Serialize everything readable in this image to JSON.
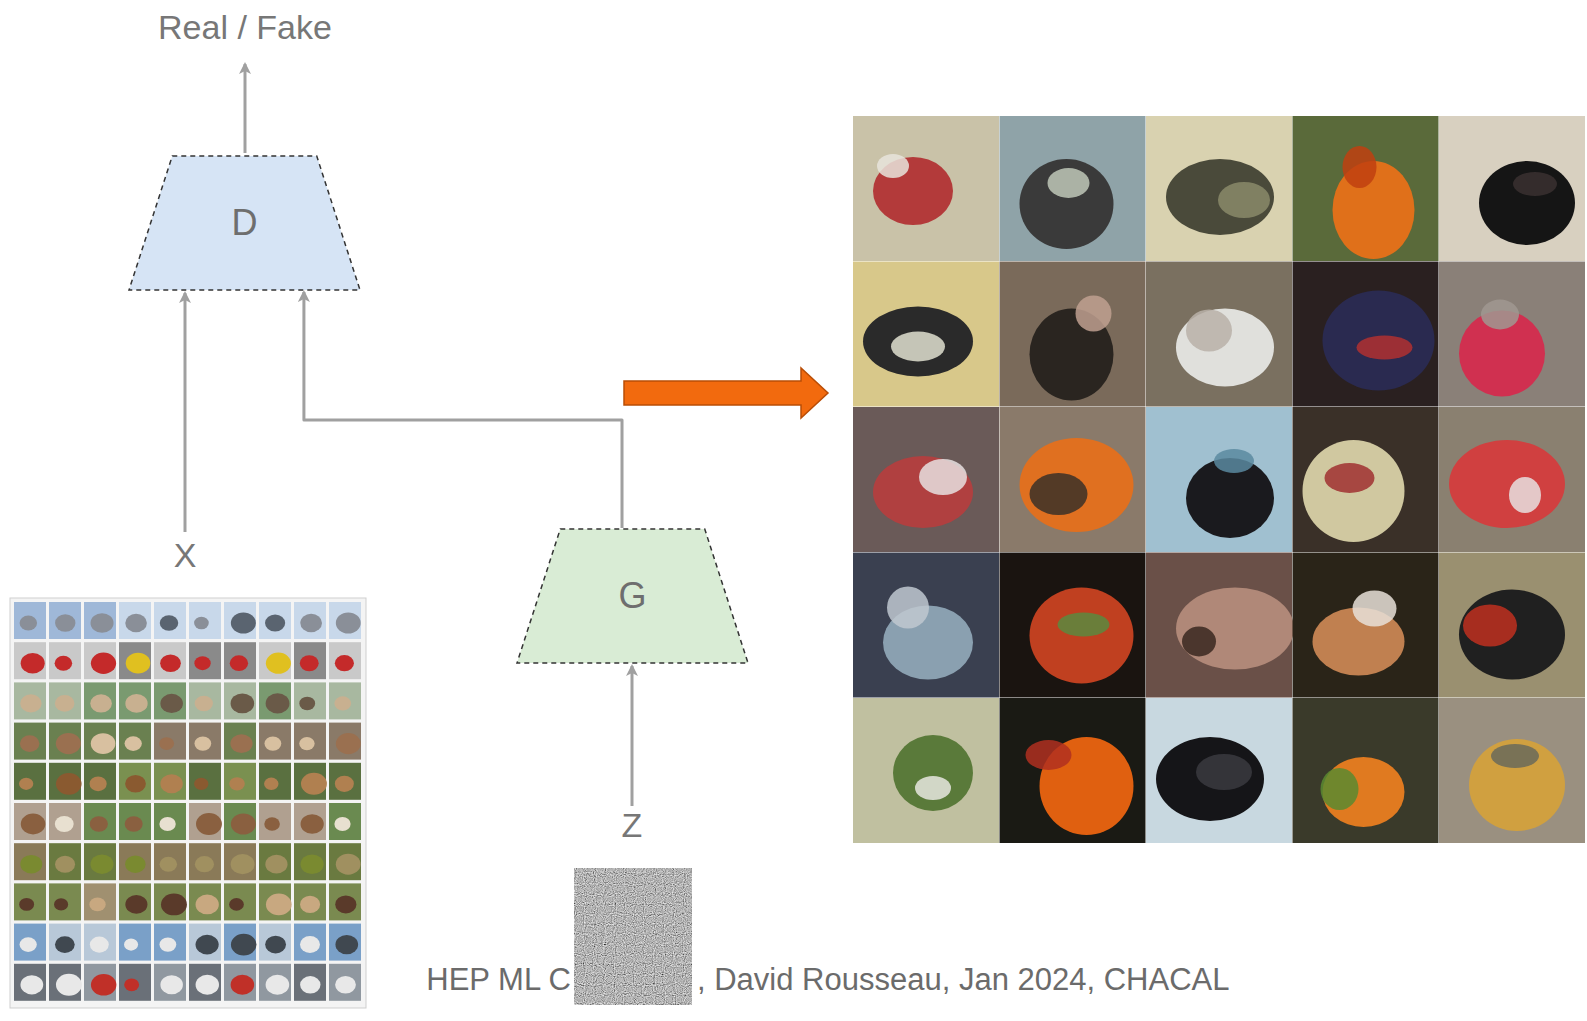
{
  "diagram": {
    "nodes": [
      {
        "text": [
          "D"
        ]
      },
      {
        "text": [
          "G"
        ]
      }
    ],
    "edges": [
      {
        "from": 1,
        "to": 0,
        "arrow": "to"
      }
    ],
    "labels": [
      "Real / Fake",
      "X",
      "Z",
      "HEP ML C",
      ", David Rousseau, Jan 2024, CHACAL"
    ]
  }
}
